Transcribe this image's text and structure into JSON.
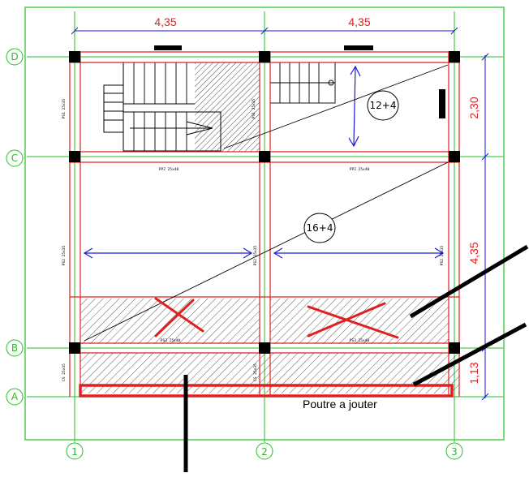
{
  "dimensions": {
    "top_span_1": "4,35",
    "top_span_2": "4,35",
    "right_span_dc": "2,30",
    "right_span_cb": "4,35",
    "right_span_ba": "1,13"
  },
  "axes": {
    "row_d": "D",
    "row_c": "C",
    "row_b": "B",
    "row_a": "A",
    "col_1": "1",
    "col_2": "2",
    "col_3": "3"
  },
  "slabs": {
    "upper": "12+4",
    "lower": "16+4"
  },
  "beam_labels": {
    "ps1_left": "PS1 25x35",
    "ps1_mid": "PS1 25x35",
    "pp2_left": "PP2 25x40",
    "pp2_right": "PP2 25x40",
    "ps2_left": "PS2 25x35",
    "ps2_mid": "PS2 25x35",
    "ps2_right": "PS2 25x35",
    "ps3_left": "PS3 25x40",
    "ps3_right": "PS3 25x40",
    "cs_left": "CS 25x35",
    "cs_mid": "CS 25x35"
  },
  "annotation": {
    "new_beam_note": "Poutre a jouter"
  },
  "colors": {
    "grid": "#22c022",
    "beam": "#e02020",
    "column": "#000000",
    "span_arrow": "#1a1ad0",
    "dimension_text": "#e02020"
  }
}
